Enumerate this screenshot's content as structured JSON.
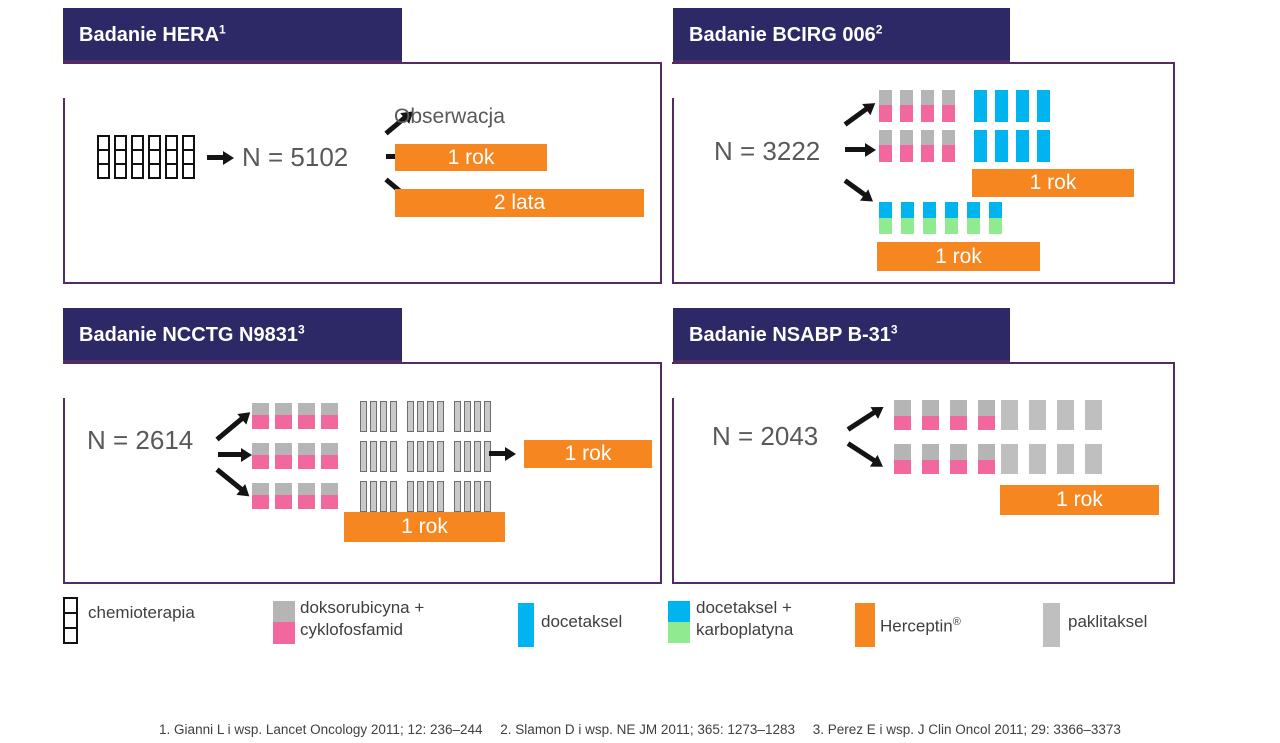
{
  "colors": {
    "navy_header": "#2C2966",
    "panel_border": "#512B63",
    "orange_herceptin": "#F6861F",
    "pink_cyclophosphamide": "#F1679E",
    "gray_doxorubicin": "#B5B5B5",
    "cyan_docetaxel": "#00B4F0",
    "green_carboplatin": "#90EB90",
    "text_gray": "#595959"
  },
  "panels": {
    "hera": {
      "title": "Badanie HERA",
      "sup": "1",
      "n": "N = 5102",
      "observation": "Obserwacja",
      "box_1year": "1 rok",
      "box_2years": "2 lata"
    },
    "bcirg": {
      "title": "Badanie BCIRG 006",
      "sup": "2",
      "n": "N = 3222",
      "box_1year_arm2": "1 rok",
      "box_1year_arm3": "1 rok"
    },
    "ncctg": {
      "title": "Badanie NCCTG N9831",
      "sup": "3",
      "n": "N = 2614",
      "box_1year_sequential": "1 rok",
      "box_1year_concurrent": "1 rok"
    },
    "nsabp": {
      "title": "Badanie NSABP B-31",
      "sup": "3",
      "n": "N = 2043",
      "box_1year": "1 rok"
    }
  },
  "blocks": {
    "hera_chemo": {
      "count": 6,
      "w": 13,
      "gap": 4,
      "segments": [
        {
          "c": "#FFFFFF",
          "h": 16,
          "b": "#111111",
          "bw": 2
        },
        {
          "c": "#FFFFFF",
          "h": 16,
          "b": "#111111",
          "bw": 2
        },
        {
          "c": "#FFFFFF",
          "h": 16,
          "b": "#111111",
          "bw": 2
        }
      ]
    },
    "bcirg_ac": {
      "count": 4,
      "w": 13,
      "gap": 8,
      "segments": [
        {
          "c": "#B5B5B5",
          "h": 15
        },
        {
          "c": "#F1679E",
          "h": 17
        }
      ]
    },
    "bcirg_docetaxel": {
      "count": 4,
      "w": 13,
      "gap": 8,
      "segments": [
        {
          "c": "#00B4F0",
          "h": 32
        }
      ]
    },
    "bcirg_tc": {
      "count": 6,
      "w": 13,
      "gap": 9,
      "segments": [
        {
          "c": "#00B4F0",
          "h": 16
        },
        {
          "c": "#90EB90",
          "h": 16
        }
      ]
    },
    "ncctg_ac": {
      "count": 4,
      "w": 17,
      "gap": 6,
      "segments": [
        {
          "c": "#B5B5B5",
          "h": 12
        },
        {
          "c": "#F1679E",
          "h": 14
        }
      ]
    },
    "ncctg_pacli_group": {
      "count": 4,
      "w": 7,
      "gap": 3,
      "segments": [
        {
          "c": "#C9C9C9",
          "h": 31,
          "b": "#6E6E6E",
          "bw": 1
        }
      ]
    },
    "nsabp_ac": {
      "count": 4,
      "w": 17,
      "gap": 11,
      "segments": [
        {
          "c": "#B5B5B5",
          "h": 16
        },
        {
          "c": "#F1679E",
          "h": 14
        }
      ]
    },
    "nsabp_pacli": {
      "count": 4,
      "w": 17,
      "gap": 11,
      "segments": [
        {
          "c": "#BFBFBF",
          "h": 30
        }
      ]
    },
    "legend_chemo": {
      "count": 1,
      "w": 15,
      "gap": 0,
      "segments": [
        {
          "c": "#FFFFFF",
          "h": 17,
          "b": "#111111",
          "bw": 2
        },
        {
          "c": "#FFFFFF",
          "h": 17,
          "b": "#111111",
          "bw": 2
        },
        {
          "c": "#FFFFFF",
          "h": 17,
          "b": "#111111",
          "bw": 2
        }
      ]
    },
    "legend_ac": {
      "count": 1,
      "w": 22,
      "gap": 0,
      "segments": [
        {
          "c": "#B5B5B5",
          "h": 21
        },
        {
          "c": "#F1679E",
          "h": 22
        }
      ]
    },
    "legend_docetaksel": {
      "count": 1,
      "w": 16,
      "gap": 0,
      "segments": [
        {
          "c": "#00B4F0",
          "h": 44
        }
      ]
    },
    "legend_tc": {
      "count": 1,
      "w": 22,
      "gap": 0,
      "segments": [
        {
          "c": "#00B4F0",
          "h": 21
        },
        {
          "c": "#90EB90",
          "h": 21
        }
      ]
    },
    "legend_herceptin": {
      "count": 1,
      "w": 20,
      "gap": 0,
      "segments": [
        {
          "c": "#F6861F",
          "h": 44
        }
      ]
    },
    "legend_paklitaksel": {
      "count": 1,
      "w": 17,
      "gap": 0,
      "segments": [
        {
          "c": "#BFBFBF",
          "h": 44
        }
      ]
    }
  },
  "legend": {
    "chemioterapia": "chemioterapia",
    "ac_line1": "doksorubicyna +",
    "ac_line2": "cyklofosfamid",
    "docetaksel": "docetaksel",
    "tc_line1": "docetaksel +",
    "tc_line2": "karboplatyna",
    "herceptin": "Herceptin",
    "herceptin_sup": "®",
    "paklitaksel": "paklitaksel"
  },
  "references": [
    "1. Gianni L i wsp. Lancet Oncology 2011; 12: 236–244",
    "2. Slamon D i wsp. NE JM 2011; 365: 1273–1283",
    "3. Perez E i wsp. J Clin Oncol 2011; 29: 3366–3373"
  ]
}
